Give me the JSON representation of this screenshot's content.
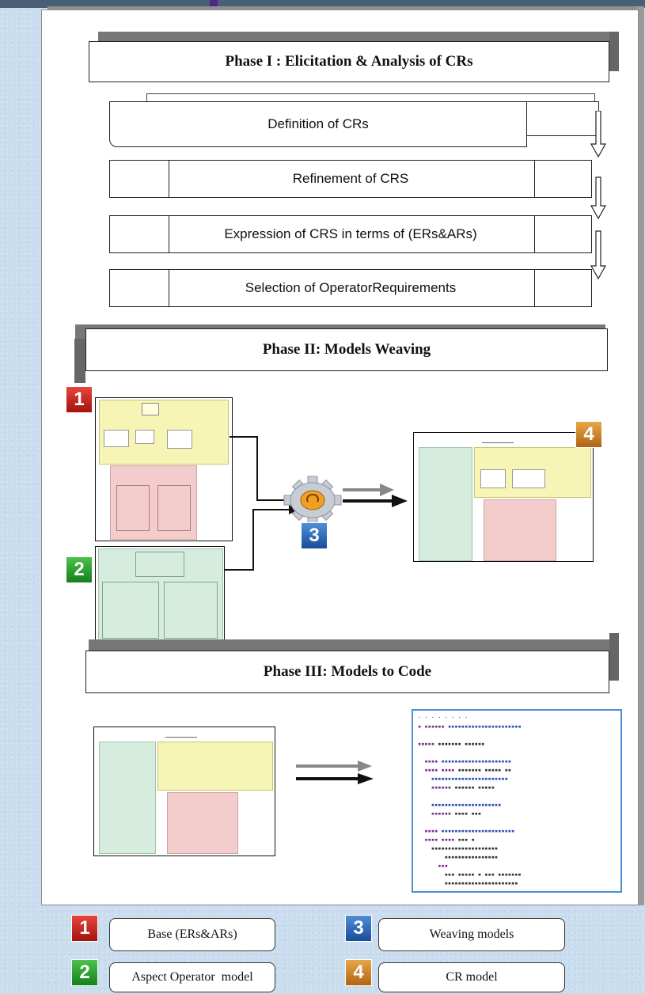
{
  "phases": {
    "phase1_title": "Phase I : Elicitation & Analysis of CRs",
    "phase2_title": "Phase II: Models Weaving",
    "phase3_title": "Phase III: Models to Code"
  },
  "steps": [
    {
      "label": "Definition of CRs"
    },
    {
      "label": "Refinement of CRS"
    },
    {
      "label": "Expression of CRS in terms of (ERs&ARs)"
    },
    {
      "label": "Selection of OperatorRequirements"
    }
  ],
  "badges": {
    "one": "1",
    "two": "2",
    "three": "3",
    "four": "4"
  },
  "legend": [
    {
      "number": "1",
      "label": "Base (ERs&ARs)",
      "color": "#c4201a"
    },
    {
      "number": "3",
      "label": "Weaving models",
      "color": "#2a64b8"
    },
    {
      "number": "2",
      "label": "Aspect Operator  model",
      "color": "#22a02a"
    },
    {
      "number": "4",
      "label": "CR model",
      "color": "#d07f20"
    }
  ],
  "icons": [
    "gear-icon",
    "arrow-right-icon",
    "down-arrow-icon",
    "scroll-banner-icon"
  ]
}
